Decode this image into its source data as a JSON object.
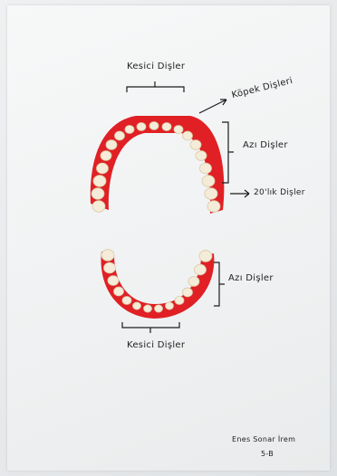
{
  "labels": {
    "top_incisors": "Kesici Dişler",
    "canine": "Köpek Dişleri",
    "top_molars": "Azı Dişler",
    "wisdom": "20'lık Dişler",
    "bottom_molars": "Azı Dişler",
    "bottom_incisors": "Kesici Dişler"
  },
  "signature": {
    "name": "Enes Sonar İrem",
    "class": "5-B"
  },
  "colors": {
    "gum": "#e02025",
    "tooth": "#f4ecd8",
    "ink": "#1c1c1c"
  }
}
